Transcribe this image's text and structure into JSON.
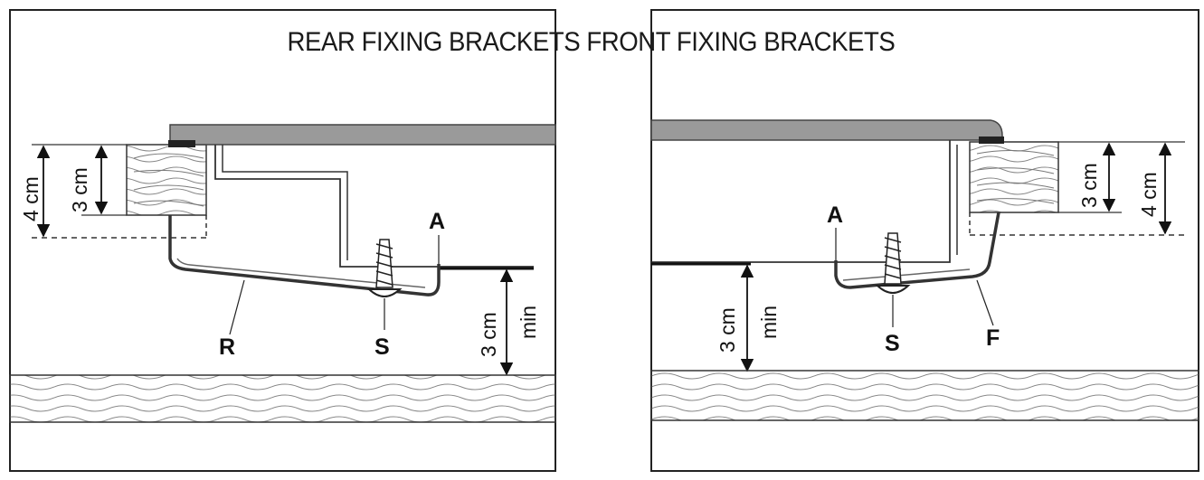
{
  "title": "REAR FIXING BRACKETS FRONT FIXING BRACKETS",
  "left_panel": {
    "dim_4cm": "4 cm",
    "dim_3cm": "3 cm",
    "dim_clearance": "3 cm",
    "dim_min": "min",
    "label_A": "A",
    "label_R": "R",
    "label_S": "S"
  },
  "right_panel": {
    "dim_4cm": "4 cm",
    "dim_3cm": "3 cm",
    "dim_clearance": "3 cm",
    "dim_min": "min",
    "label_A": "A",
    "label_F": "F",
    "label_S": "S"
  }
}
